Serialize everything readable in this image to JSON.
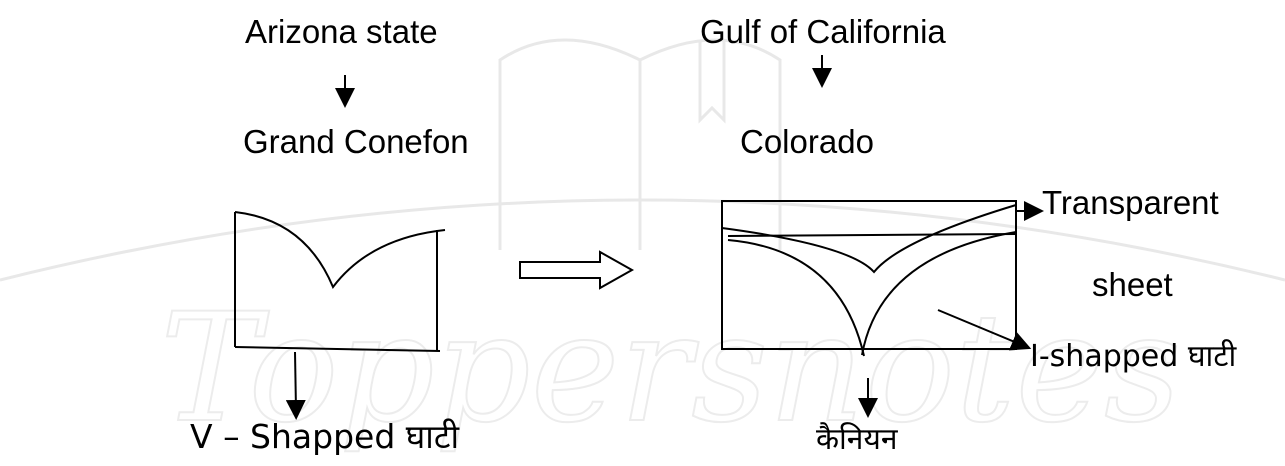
{
  "left": {
    "top_label": "Arizona state",
    "mid_label": "Grand Conefon",
    "bottom_label": "V – Shapped घाटी"
  },
  "right": {
    "top_label": "Gulf of California",
    "mid_label": "Colorado",
    "side_label_1": "Transparent",
    "side_label_2": "sheet",
    "side_label_3": "I-shapped घाटी",
    "bottom_label": "कैनियन"
  },
  "watermark": {
    "text": "Toppersnotes"
  },
  "colors": {
    "ink": "#000000",
    "watermark": "#e6e6e6"
  }
}
